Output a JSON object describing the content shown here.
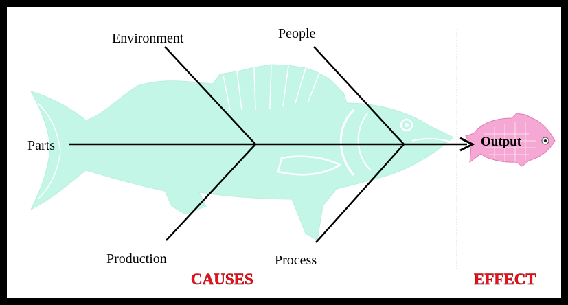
{
  "diagram": {
    "causes": {
      "environment": "Environment",
      "people": "People",
      "parts": "Parts",
      "production": "Production",
      "process": "Process"
    },
    "effect_label": "Output",
    "causes_heading": "CAUSES",
    "effect_heading": "EFFECT",
    "colors": {
      "big_fish": "#c3f6e6",
      "small_fish": "#f6a8d4",
      "heading": "#e8101a",
      "lines": "#000000"
    }
  }
}
